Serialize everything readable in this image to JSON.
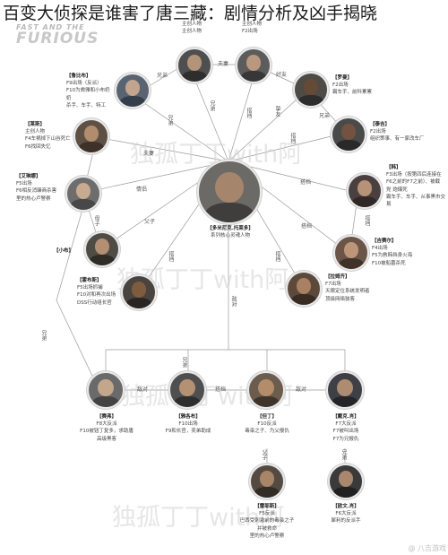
{
  "headline": "百变大侦探是谁害了唐三藏：剧情分析及凶手揭晓",
  "logo": {
    "top": "FAST AND THE",
    "main": "FURIOUS"
  },
  "watermark": "独孤丁丁with阿",
  "corner_mark": "@ 八吉游戏",
  "nodes": {
    "center": {
      "name": "【多米尼克.托莱多】",
      "lines": [
        "系列核心灵魂人物"
      ]
    },
    "top_left": {
      "name": "",
      "lines": [
        "主创人物",
        "主创人物"
      ]
    },
    "top_mid": {
      "name": "",
      "lines": [
        "主创人物",
        "F2出场"
      ]
    },
    "brian": {
      "name": "【鲁比布】",
      "lines": [
        "F9出场（反派）",
        "F10为救雅和小布奶奶",
        "杀手、车手、特工"
      ]
    },
    "roman": {
      "name": "【罗曼】",
      "lines": [
        "F2出场",
        "霸车手、前科累累"
      ]
    },
    "tej": {
      "name": "【泰吉】",
      "lines": [
        "F2出场",
        "组织策事、有一家改车厂"
      ]
    },
    "mia": {
      "name": "【莱斯】",
      "lines": [
        "主创人物",
        "F4车祸掉下山谷死亡",
        "F6找回失忆"
      ]
    },
    "han": {
      "name": "【韩】",
      "lines": [
        "F3出场（按第四后连接在",
        "F6之前的F7之前）、被截",
        "党 炮爆死",
        "霸车手、车手、从事黑市交易"
      ]
    },
    "elena": {
      "name": "【艾琳娜】",
      "lines": [
        "F5出场",
        "F6相反消臻商杀害",
        "里的热心卢警察"
      ]
    },
    "gisele": {
      "name": "【吉赛尔】",
      "lines": [
        "F4出场",
        "F5为救韩挡身火海",
        "F10被船墓杀死"
      ]
    },
    "little_b": {
      "name": "【小布】",
      "lines": []
    },
    "ramsey": {
      "name": "【拉姆齐】",
      "lines": [
        "F7出场",
        "天眼定位系统发明者",
        "顶级网络骇客"
      ]
    },
    "hobbs": {
      "name": "【霍布斯】",
      "lines": [
        "F5出场抓捕",
        "F10对和再次出场",
        "DSS行动组长官"
      ]
    },
    "cipher": {
      "name": "【赛弗】",
      "lines": [
        "F8大反派",
        "F10被钮丁复多，求助唐",
        "高级黑客"
      ]
    },
    "jakob": {
      "name": "【雅各布】",
      "lines": [
        "F10出场",
        "F9和长官，奕弟助成"
      ]
    },
    "dante": {
      "name": "【但丁】",
      "lines": [
        "F10反派",
        "毒枭之子、为父报仇"
      ]
    },
    "shaw": {
      "name": "【戴克.肖】",
      "lines": [
        "F7大反派",
        "F7被叫出场",
        "F7为兄报仇"
      ]
    },
    "reyes": {
      "name": "【雷耶斯】",
      "lines": [
        "F5反派",
        "巴西受刺激前的毒枭之子",
        "并被救命",
        "里的热心卢警察"
      ]
    },
    "owen": {
      "name": "【欧文.肖】",
      "lines": [
        "F6大反派",
        "犀利的反派手"
      ]
    }
  },
  "relations": {
    "husband_wife_top": "夫妻",
    "brothers_top": "兄弟",
    "brothers_a": "兄弟",
    "brothers_b": "兄弟",
    "brothers_c": "兄弟",
    "friends_a": "挚友",
    "friends_b": "好友",
    "couple_mia": "夫妻",
    "lovers_elena": "情侣",
    "father_son": "父子",
    "mother_son": "母子",
    "partner_a": "搭档",
    "partner_b": "搭档",
    "partner_c": "搭档",
    "partner_d": "搭档",
    "partner_e": "搭档",
    "enemy_a": "敌对",
    "enemy_b": "敌对",
    "enemy_c": "敌对",
    "enemy_d": "敌对",
    "enemy_e": "敌对",
    "father_son_b": "父子",
    "brothers_d": "兄弟",
    "sister": "兄弟"
  }
}
